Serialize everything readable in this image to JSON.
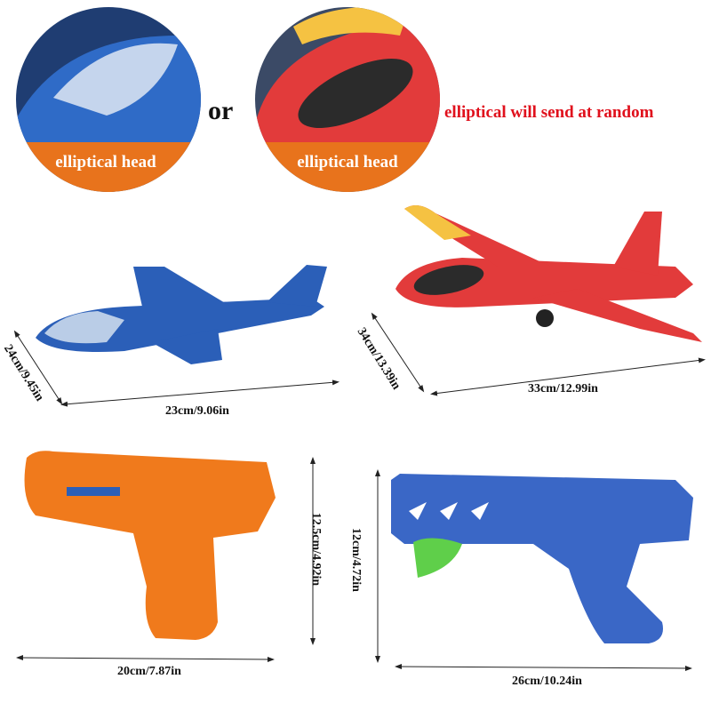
{
  "header": {
    "left_option_label": "elliptical head",
    "right_option_label": "elliptical head",
    "separator": "or",
    "notice": "elliptical will send at random"
  },
  "colors": {
    "accent_orange": "#e8731c",
    "notice_red": "#e0101c",
    "blue_plane": "#2b5fb8",
    "red_plane": "#e23b3b",
    "orange_gun": "#f07a1c",
    "blue_gun": "#3a67c6"
  },
  "dimensions": {
    "blue_plane_width": "23cm/9.06in",
    "blue_plane_length": "24cm/9.45in",
    "red_plane_width": "33cm/12.99in",
    "red_plane_length": "34cm/13.39in",
    "orange_gun_height": "12.5cm/4.92in",
    "orange_gun_width": "20cm/7.87in",
    "blue_gun_height": "12cm/4.72in",
    "blue_gun_width": "26cm/10.24in"
  }
}
